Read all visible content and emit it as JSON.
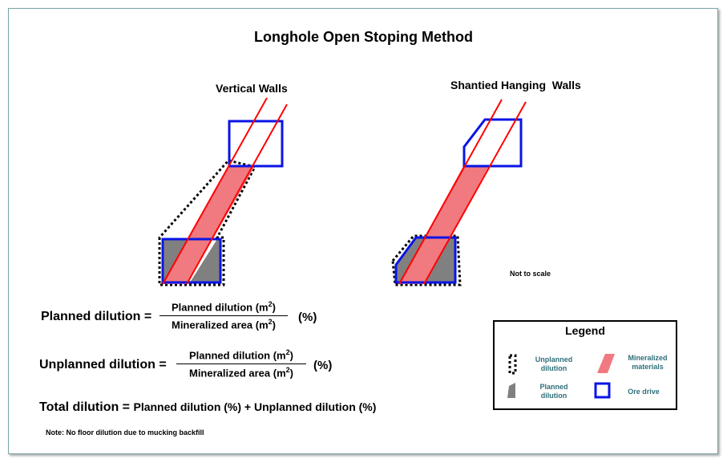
{
  "title": "Longhole Open Stoping Method",
  "left_diagram": {
    "label": "Vertical Walls"
  },
  "right_diagram": {
    "label": "Shantied Hanging  Walls"
  },
  "scale_note": "Not to scale",
  "formulas": {
    "planned": {
      "label": "Planned dilution =",
      "numerator": "Planned dilution (m",
      "denominator": "Mineralized area (m",
      "exponent": "2",
      "close": ")",
      "unit": "(%)"
    },
    "unplanned": {
      "label": "Unplanned dilution =",
      "numerator": "Planned dilution (m",
      "denominator": "Mineralized area (m",
      "exponent": "2",
      "close": ")",
      "unit": "(%)"
    },
    "total": {
      "label": "Total dilution =",
      "expression": "Planned dilution (%) + Unplanned dilution (%)"
    }
  },
  "note": "Note: No floor dilution due to mucking backfill",
  "legend": {
    "title": "Legend",
    "items": [
      {
        "id": "unplanned",
        "label_line1": "Unplanned",
        "label_line2": "dilution"
      },
      {
        "id": "mineralized",
        "label_line1": "Mineralized",
        "label_line2": "materials"
      },
      {
        "id": "planned",
        "label_line1": "Planned",
        "label_line2": "dilution"
      },
      {
        "id": "ore_drive",
        "label_line1": "Ore drive",
        "label_line2": ""
      }
    ]
  },
  "colors": {
    "ore_drive": "#0a14e6",
    "ore_vein_line": "#ff0000",
    "mineralized_fill": "#f07a80",
    "planned_fill": "#808080",
    "legend_text": "#2e6f7a",
    "frame_border": "#7aa6a6"
  }
}
